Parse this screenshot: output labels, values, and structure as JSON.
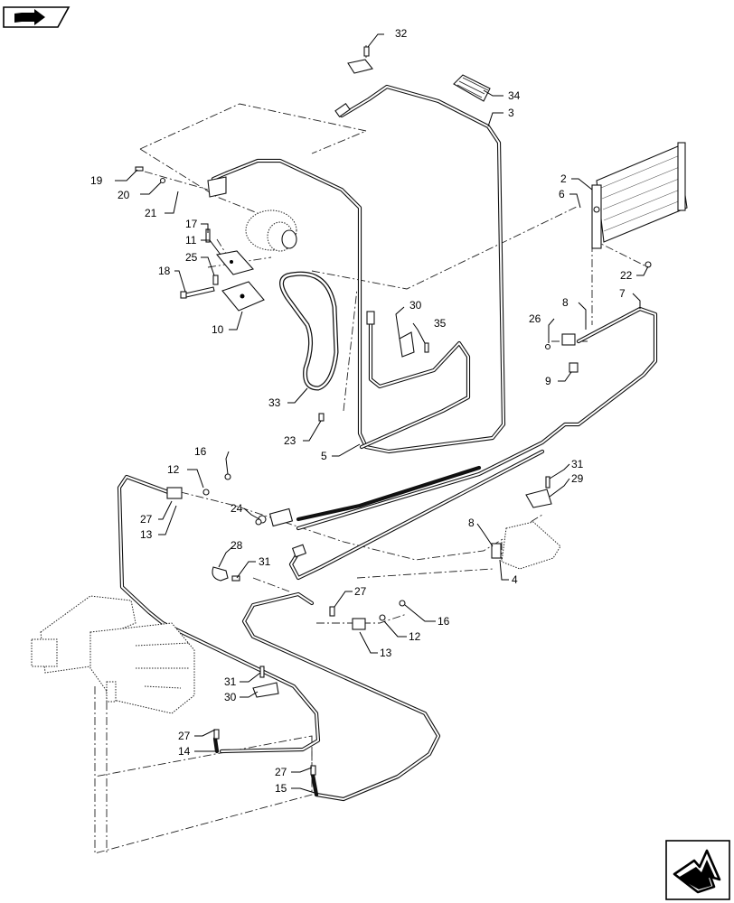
{
  "labels": [
    {
      "id": "c1",
      "text": "32"
    },
    {
      "id": "c2",
      "text": "34"
    },
    {
      "id": "c3",
      "text": "3"
    },
    {
      "id": "c4",
      "text": "19"
    },
    {
      "id": "c5",
      "text": "20"
    },
    {
      "id": "c6",
      "text": "21"
    },
    {
      "id": "c7",
      "text": "17"
    },
    {
      "id": "c8",
      "text": "11"
    },
    {
      "id": "c9",
      "text": "25"
    },
    {
      "id": "c10",
      "text": "18"
    },
    {
      "id": "c11",
      "text": "10"
    },
    {
      "id": "c12",
      "text": "2"
    },
    {
      "id": "c13",
      "text": "6"
    },
    {
      "id": "c14",
      "text": "22"
    },
    {
      "id": "c15",
      "text": "30"
    },
    {
      "id": "c16",
      "text": "35"
    },
    {
      "id": "c17",
      "text": "8"
    },
    {
      "id": "c18",
      "text": "7"
    },
    {
      "id": "c19",
      "text": "26"
    },
    {
      "id": "c20",
      "text": "9"
    },
    {
      "id": "c21",
      "text": "33"
    },
    {
      "id": "c22",
      "text": "23"
    },
    {
      "id": "c23",
      "text": "5"
    },
    {
      "id": "c24",
      "text": "16"
    },
    {
      "id": "c25",
      "text": "12"
    },
    {
      "id": "c26",
      "text": "31"
    },
    {
      "id": "c27",
      "text": "29"
    },
    {
      "id": "c28",
      "text": "27"
    },
    {
      "id": "c29",
      "text": "13"
    },
    {
      "id": "c30",
      "text": "24"
    },
    {
      "id": "c31",
      "text": "8"
    },
    {
      "id": "c32",
      "text": "4"
    },
    {
      "id": "c33",
      "text": "28"
    },
    {
      "id": "c34",
      "text": "31"
    },
    {
      "id": "c35",
      "text": "27"
    },
    {
      "id": "c36",
      "text": "16"
    },
    {
      "id": "c37",
      "text": "12"
    },
    {
      "id": "c38",
      "text": "13"
    },
    {
      "id": "c39",
      "text": "31"
    },
    {
      "id": "c40",
      "text": "30"
    },
    {
      "id": "c41",
      "text": "27"
    },
    {
      "id": "c42",
      "text": "14"
    },
    {
      "id": "c43",
      "text": "27"
    },
    {
      "id": "c44",
      "text": "15"
    }
  ],
  "icons": {
    "top_left": "book-arrow-icon",
    "bottom_right": "navigation-arrow-icon"
  }
}
